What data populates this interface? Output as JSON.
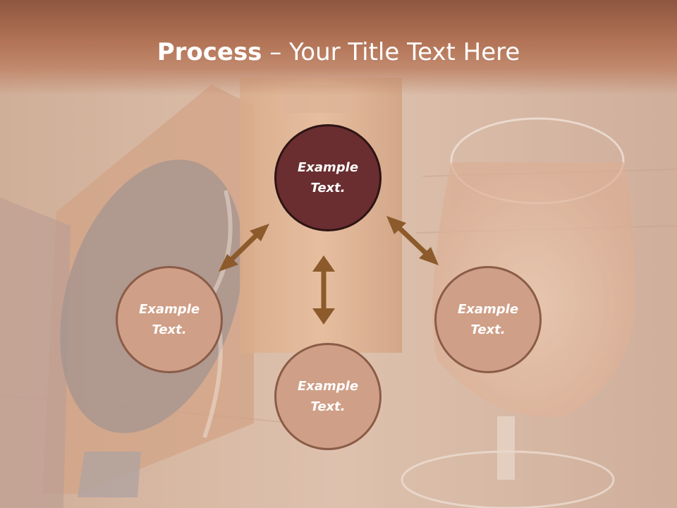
{
  "slide": {
    "title_bold": "Process",
    "title_rest": " – Your Title Text Here"
  },
  "circles": {
    "top": "Example Text.",
    "left": "Example Text.",
    "right": "Example Text.",
    "bottom": "Example Text."
  },
  "colors": {
    "title_band": "#b37457",
    "center_circle": "#6a2e30",
    "outer_circle": "#cf9f87",
    "arrow": "#8c5a2b"
  },
  "background_image": "cognac glass, crystal decanter, cigar and ashtray on wooden table"
}
